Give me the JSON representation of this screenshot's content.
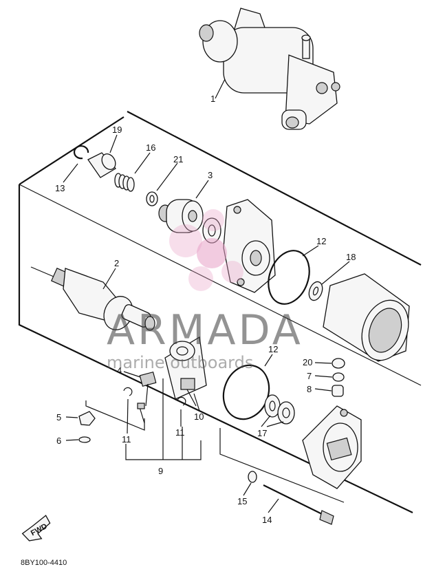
{
  "diagram": {
    "code": "8BY100-4410",
    "fwd_label": "FWD",
    "callouts": [
      "1",
      "2",
      "3",
      "4",
      "5",
      "6",
      "7",
      "8",
      "9",
      "10",
      "11",
      "11",
      "12",
      "12",
      "13",
      "14",
      "15",
      "16",
      "17",
      "18",
      "19",
      "20",
      "21"
    ]
  },
  "watermark": {
    "brand": "ARMADA",
    "tagline": "marine outboards",
    "color": "#e7a1c7"
  }
}
